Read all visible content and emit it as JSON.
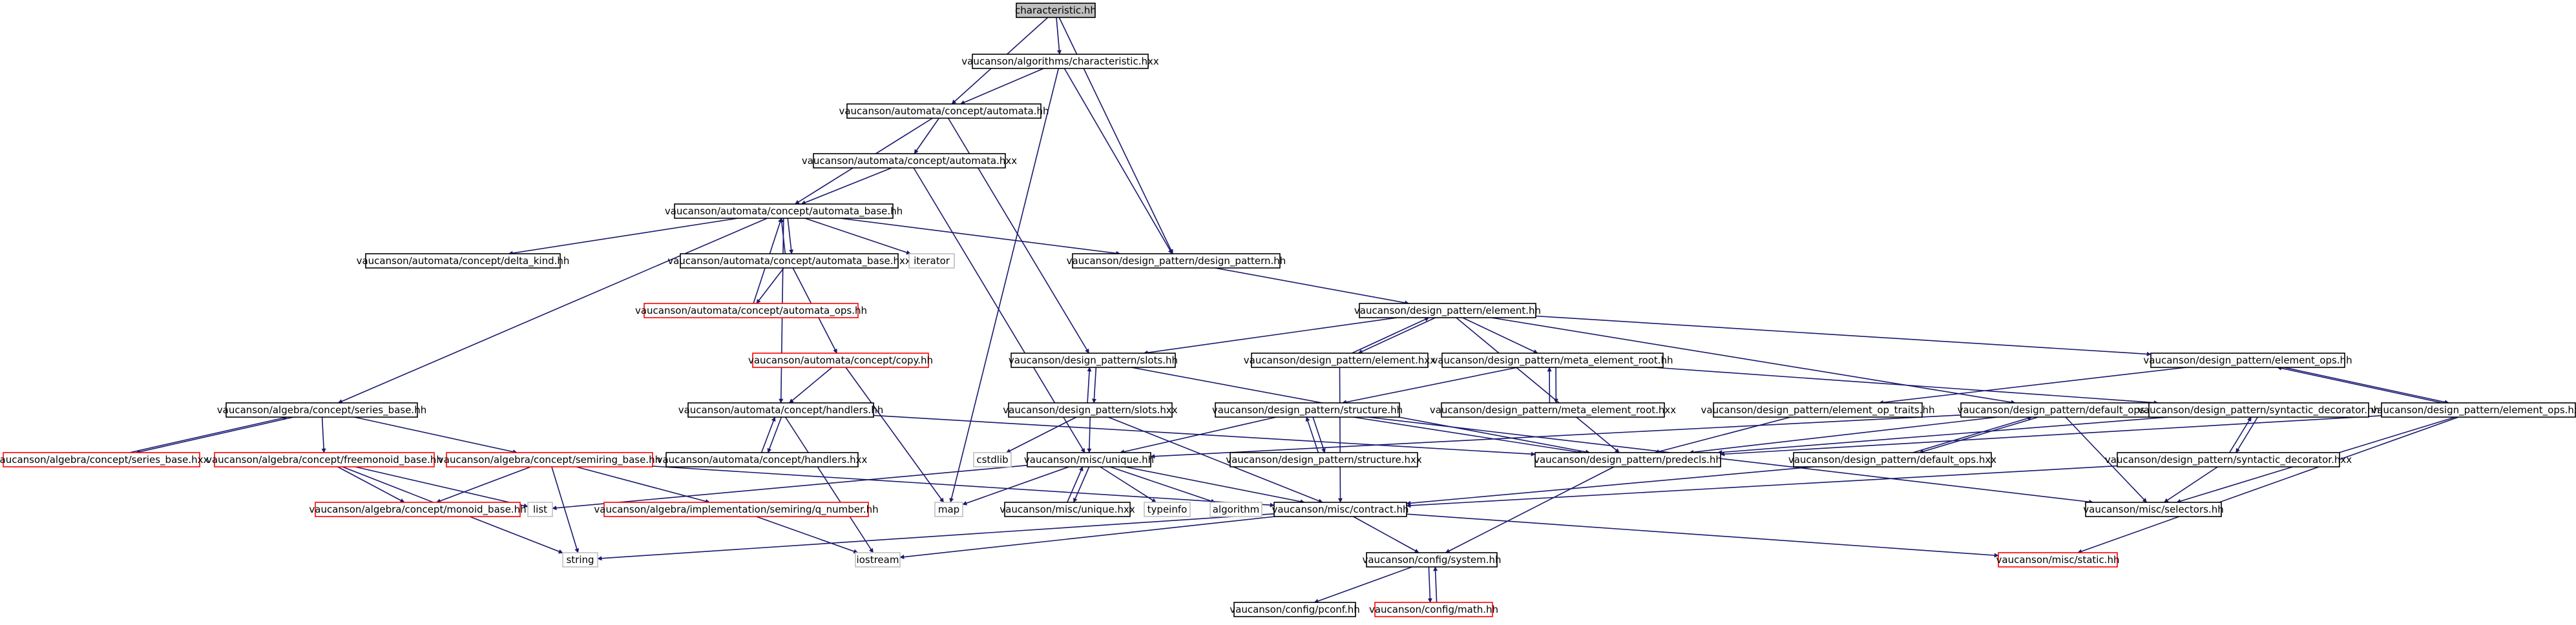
{
  "colors": {
    "edge": "#191970",
    "node_border_default": "#000000",
    "node_border_truncated": "#ff0000",
    "node_border_external": "#bfbfbf",
    "node_fill_root": "#bfbfbf",
    "node_fill_default": "#ffffff",
    "label_text": "#000000"
  },
  "graph": {
    "nodes": [
      {
        "id": "n_characteristic_hh",
        "label": "characteristic.hh",
        "kind": "root"
      },
      {
        "id": "n_alg_characteristic_hxx",
        "label": "vaucanson/algorithms/characteristic.hxx",
        "kind": "default"
      },
      {
        "id": "n_automata_hh",
        "label": "vaucanson/automata/concept/automata.hh",
        "kind": "default"
      },
      {
        "id": "n_automata_hxx",
        "label": "vaucanson/automata/concept/automata.hxx",
        "kind": "default"
      },
      {
        "id": "n_automata_base_hh",
        "label": "vaucanson/automata/concept/automata_base.hh",
        "kind": "default"
      },
      {
        "id": "n_delta_kind_hh",
        "label": "vaucanson/automata/concept/delta_kind.hh",
        "kind": "default"
      },
      {
        "id": "n_automata_base_hxx",
        "label": "vaucanson/automata/concept/automata_base.hxx",
        "kind": "default"
      },
      {
        "id": "n_iterator",
        "label": "iterator",
        "kind": "external"
      },
      {
        "id": "n_design_pattern_hh",
        "label": "vaucanson/design_pattern/design_pattern.hh",
        "kind": "default"
      },
      {
        "id": "n_automata_ops_hh",
        "label": "vaucanson/automata/concept/automata_ops.hh",
        "kind": "truncated"
      },
      {
        "id": "n_element_hh",
        "label": "vaucanson/design_pattern/element.hh",
        "kind": "default"
      },
      {
        "id": "n_copy_hh",
        "label": "vaucanson/automata/concept/copy.hh",
        "kind": "truncated"
      },
      {
        "id": "n_slots_hh",
        "label": "vaucanson/design_pattern/slots.hh",
        "kind": "default"
      },
      {
        "id": "n_element_hxx",
        "label": "vaucanson/design_pattern/element.hxx",
        "kind": "default"
      },
      {
        "id": "n_meta_element_root_hh",
        "label": "vaucanson/design_pattern/meta_element_root.hh",
        "kind": "default"
      },
      {
        "id": "n_element_ops_hh",
        "label": "vaucanson/design_pattern/element_ops.hh",
        "kind": "default"
      },
      {
        "id": "n_series_base_hh",
        "label": "vaucanson/algebra/concept/series_base.hh",
        "kind": "default"
      },
      {
        "id": "n_handlers_hh",
        "label": "vaucanson/automata/concept/handlers.hh",
        "kind": "default"
      },
      {
        "id": "n_slots_hxx",
        "label": "vaucanson/design_pattern/slots.hxx",
        "kind": "default"
      },
      {
        "id": "n_structure_hh",
        "label": "vaucanson/design_pattern/structure.hh",
        "kind": "default"
      },
      {
        "id": "n_meta_element_root_hxx",
        "label": "vaucanson/design_pattern/meta_element_root.hxx",
        "kind": "default"
      },
      {
        "id": "n_element_op_traits_hh",
        "label": "vaucanson/design_pattern/element_op_traits.hh",
        "kind": "default"
      },
      {
        "id": "n_default_ops_hh",
        "label": "vaucanson/design_pattern/default_ops.hh",
        "kind": "default"
      },
      {
        "id": "n_syntactic_decorator_hh",
        "label": "vaucanson/design_pattern/syntactic_decorator.hh",
        "kind": "default"
      },
      {
        "id": "n_element_ops_hxx",
        "label": "vaucanson/design_pattern/element_ops.hxx",
        "kind": "default"
      },
      {
        "id": "n_series_base_hxx",
        "label": "vaucanson/algebra/concept/series_base.hxx",
        "kind": "truncated"
      },
      {
        "id": "n_freemonoid_base_hh",
        "label": "vaucanson/algebra/concept/freemonoid_base.hh",
        "kind": "truncated"
      },
      {
        "id": "n_semiring_base_hh",
        "label": "vaucanson/algebra/concept/semiring_base.hh",
        "kind": "truncated"
      },
      {
        "id": "n_handlers_hxx",
        "label": "vaucanson/automata/concept/handlers.hxx",
        "kind": "default"
      },
      {
        "id": "n_cstdlib",
        "label": "cstdlib",
        "kind": "external"
      },
      {
        "id": "n_unique_hh",
        "label": "vaucanson/misc/unique.hh",
        "kind": "default"
      },
      {
        "id": "n_structure_hxx",
        "label": "vaucanson/design_pattern/structure.hxx",
        "kind": "default"
      },
      {
        "id": "n_predecls_hh",
        "label": "vaucanson/design_pattern/predecls.hh",
        "kind": "default"
      },
      {
        "id": "n_default_ops_hxx",
        "label": "vaucanson/design_pattern/default_ops.hxx",
        "kind": "default"
      },
      {
        "id": "n_syntactic_decorator_hxx",
        "label": "vaucanson/design_pattern/syntactic_decorator.hxx",
        "kind": "default"
      },
      {
        "id": "n_list",
        "label": "list",
        "kind": "external"
      },
      {
        "id": "n_monoid_base_hh",
        "label": "vaucanson/algebra/concept/monoid_base.hh",
        "kind": "truncated"
      },
      {
        "id": "n_q_number_hh",
        "label": "vaucanson/algebra/implementation/semiring/q_number.hh",
        "kind": "truncated"
      },
      {
        "id": "n_map",
        "label": "map",
        "kind": "external"
      },
      {
        "id": "n_unique_hxx",
        "label": "vaucanson/misc/unique.hxx",
        "kind": "default"
      },
      {
        "id": "n_typeinfo",
        "label": "typeinfo",
        "kind": "external"
      },
      {
        "id": "n_algorithm",
        "label": "algorithm",
        "kind": "external"
      },
      {
        "id": "n_contract_hh",
        "label": "vaucanson/misc/contract.hh",
        "kind": "default"
      },
      {
        "id": "n_selectors_hh",
        "label": "vaucanson/misc/selectors.hh",
        "kind": "default"
      },
      {
        "id": "n_string",
        "label": "string",
        "kind": "external"
      },
      {
        "id": "n_iostream",
        "label": "iostream",
        "kind": "external"
      },
      {
        "id": "n_static_hh",
        "label": "vaucanson/misc/static.hh",
        "kind": "truncated"
      },
      {
        "id": "n_system_hh",
        "label": "vaucanson/config/system.hh",
        "kind": "default"
      },
      {
        "id": "n_pconf_hh",
        "label": "vaucanson/config/pconf.hh",
        "kind": "default"
      },
      {
        "id": "n_math_hh",
        "label": "vaucanson/config/math.hh",
        "kind": "truncated"
      }
    ],
    "edges": [
      {
        "from": "n_characteristic_hh",
        "to": "n_alg_characteristic_hxx"
      },
      {
        "from": "n_characteristic_hh",
        "to": "n_automata_hh"
      },
      {
        "from": "n_characteristic_hh",
        "to": "n_design_pattern_hh"
      },
      {
        "from": "n_alg_characteristic_hxx",
        "to": "n_automata_hh"
      },
      {
        "from": "n_alg_characteristic_hxx",
        "to": "n_design_pattern_hh"
      },
      {
        "from": "n_alg_characteristic_hxx",
        "to": "n_map"
      },
      {
        "from": "n_automata_hh",
        "to": "n_automata_hxx"
      },
      {
        "from": "n_automata_hh",
        "to": "n_automata_base_hh"
      },
      {
        "from": "n_automata_hh",
        "to": "n_slots_hh"
      },
      {
        "from": "n_automata_hxx",
        "to": "n_automata_base_hh"
      },
      {
        "from": "n_automata_hxx",
        "to": "n_unique_hh"
      },
      {
        "from": "n_automata_base_hh",
        "to": "n_delta_kind_hh"
      },
      {
        "from": "n_automata_base_hh",
        "to": "n_automata_base_hxx"
      },
      {
        "from": "n_automata_base_hh",
        "to": "n_iterator"
      },
      {
        "from": "n_automata_base_hh",
        "to": "n_design_pattern_hh"
      },
      {
        "from": "n_automata_base_hh",
        "to": "n_series_base_hh"
      },
      {
        "from": "n_automata_base_hh",
        "to": "n_handlers_hh"
      },
      {
        "from": "n_automata_base_hxx",
        "to": "n_automata_base_hh"
      },
      {
        "from": "n_automata_base_hxx",
        "to": "n_automata_ops_hh"
      },
      {
        "from": "n_automata_base_hxx",
        "to": "n_copy_hh"
      },
      {
        "from": "n_automata_ops_hh",
        "to": "n_automata_base_hh"
      },
      {
        "from": "n_copy_hh",
        "to": "n_handlers_hh"
      },
      {
        "from": "n_copy_hh",
        "to": "n_map"
      },
      {
        "from": "n_design_pattern_hh",
        "to": "n_element_hh"
      },
      {
        "from": "n_element_hh",
        "to": "n_slots_hh"
      },
      {
        "from": "n_element_hh",
        "to": "n_element_hxx"
      },
      {
        "from": "n_element_hh",
        "to": "n_meta_element_root_hh"
      },
      {
        "from": "n_element_hh",
        "to": "n_element_ops_hh"
      },
      {
        "from": "n_element_hh",
        "to": "n_default_ops_hh"
      },
      {
        "from": "n_element_hh",
        "to": "n_predecls_hh"
      },
      {
        "from": "n_element_hxx",
        "to": "n_element_hh"
      },
      {
        "from": "n_element_hxx",
        "to": "n_contract_hh"
      },
      {
        "from": "n_slots_hh",
        "to": "n_slots_hxx"
      },
      {
        "from": "n_slots_hh",
        "to": "n_predecls_hh"
      },
      {
        "from": "n_slots_hxx",
        "to": "n_slots_hh"
      },
      {
        "from": "n_slots_hxx",
        "to": "n_cstdlib"
      },
      {
        "from": "n_slots_hxx",
        "to": "n_unique_hh"
      },
      {
        "from": "n_slots_hxx",
        "to": "n_contract_hh"
      },
      {
        "from": "n_meta_element_root_hh",
        "to": "n_meta_element_root_hxx"
      },
      {
        "from": "n_meta_element_root_hh",
        "to": "n_structure_hh"
      },
      {
        "from": "n_meta_element_root_hh",
        "to": "n_syntactic_decorator_hh"
      },
      {
        "from": "n_meta_element_root_hxx",
        "to": "n_meta_element_root_hh"
      },
      {
        "from": "n_element_ops_hh",
        "to": "n_element_op_traits_hh"
      },
      {
        "from": "n_element_ops_hh",
        "to": "n_element_ops_hxx"
      },
      {
        "from": "n_element_ops_hxx",
        "to": "n_element_ops_hh"
      },
      {
        "from": "n_element_ops_hxx",
        "to": "n_predecls_hh"
      },
      {
        "from": "n_element_ops_hxx",
        "to": "n_selectors_hh"
      },
      {
        "from": "n_element_ops_hxx",
        "to": "n_static_hh"
      },
      {
        "from": "n_element_op_traits_hh",
        "to": "n_predecls_hh"
      },
      {
        "from": "n_structure_hh",
        "to": "n_structure_hxx"
      },
      {
        "from": "n_structure_hh",
        "to": "n_predecls_hh"
      },
      {
        "from": "n_structure_hh",
        "to": "n_unique_hh"
      },
      {
        "from": "n_structure_hh",
        "to": "n_selectors_hh"
      },
      {
        "from": "n_structure_hxx",
        "to": "n_structure_hh"
      },
      {
        "from": "n_default_ops_hh",
        "to": "n_default_ops_hxx"
      },
      {
        "from": "n_default_ops_hh",
        "to": "n_predecls_hh"
      },
      {
        "from": "n_default_ops_hh",
        "to": "n_unique_hh"
      },
      {
        "from": "n_default_ops_hh",
        "to": "n_selectors_hh"
      },
      {
        "from": "n_default_ops_hxx",
        "to": "n_default_ops_hh"
      },
      {
        "from": "n_default_ops_hxx",
        "to": "n_contract_hh"
      },
      {
        "from": "n_syntactic_decorator_hh",
        "to": "n_syntactic_decorator_hxx"
      },
      {
        "from": "n_syntactic_decorator_hh",
        "to": "n_predecls_hh"
      },
      {
        "from": "n_syntactic_decorator_hxx",
        "to": "n_syntactic_decorator_hh"
      },
      {
        "from": "n_syntactic_decorator_hxx",
        "to": "n_selectors_hh"
      },
      {
        "from": "n_syntactic_decorator_hxx",
        "to": "n_contract_hh"
      },
      {
        "from": "n_series_base_hh",
        "to": "n_series_base_hxx"
      },
      {
        "from": "n_series_base_hh",
        "to": "n_freemonoid_base_hh"
      },
      {
        "from": "n_series_base_hh",
        "to": "n_semiring_base_hh"
      },
      {
        "from": "n_series_base_hxx",
        "to": "n_series_base_hh"
      },
      {
        "from": "n_freemonoid_base_hh",
        "to": "n_monoid_base_hh"
      },
      {
        "from": "n_freemonoid_base_hh",
        "to": "n_list"
      },
      {
        "from": "n_freemonoid_base_hh",
        "to": "n_string"
      },
      {
        "from": "n_semiring_base_hh",
        "to": "n_monoid_base_hh"
      },
      {
        "from": "n_semiring_base_hh",
        "to": "n_q_number_hh"
      },
      {
        "from": "n_semiring_base_hh",
        "to": "n_string"
      },
      {
        "from": "n_semiring_base_hh",
        "to": "n_contract_hh"
      },
      {
        "from": "n_handlers_hh",
        "to": "n_handlers_hxx"
      },
      {
        "from": "n_handlers_hh",
        "to": "n_iostream"
      },
      {
        "from": "n_handlers_hh",
        "to": "n_predecls_hh"
      },
      {
        "from": "n_handlers_hxx",
        "to": "n_handlers_hh"
      },
      {
        "from": "n_unique_hh",
        "to": "n_unique_hxx"
      },
      {
        "from": "n_unique_hh",
        "to": "n_list"
      },
      {
        "from": "n_unique_hh",
        "to": "n_map"
      },
      {
        "from": "n_unique_hh",
        "to": "n_typeinfo"
      },
      {
        "from": "n_unique_hh",
        "to": "n_algorithm"
      },
      {
        "from": "n_unique_hh",
        "to": "n_contract_hh"
      },
      {
        "from": "n_unique_hxx",
        "to": "n_unique_hh"
      },
      {
        "from": "n_q_number_hh",
        "to": "n_iostream"
      },
      {
        "from": "n_predecls_hh",
        "to": "n_system_hh"
      },
      {
        "from": "n_contract_hh",
        "to": "n_system_hh"
      },
      {
        "from": "n_contract_hh",
        "to": "n_string"
      },
      {
        "from": "n_contract_hh",
        "to": "n_iostream"
      },
      {
        "from": "n_contract_hh",
        "to": "n_static_hh"
      },
      {
        "from": "n_system_hh",
        "to": "n_pconf_hh"
      },
      {
        "from": "n_system_hh",
        "to": "n_math_hh"
      },
      {
        "from": "n_math_hh",
        "to": "n_system_hh"
      }
    ]
  }
}
